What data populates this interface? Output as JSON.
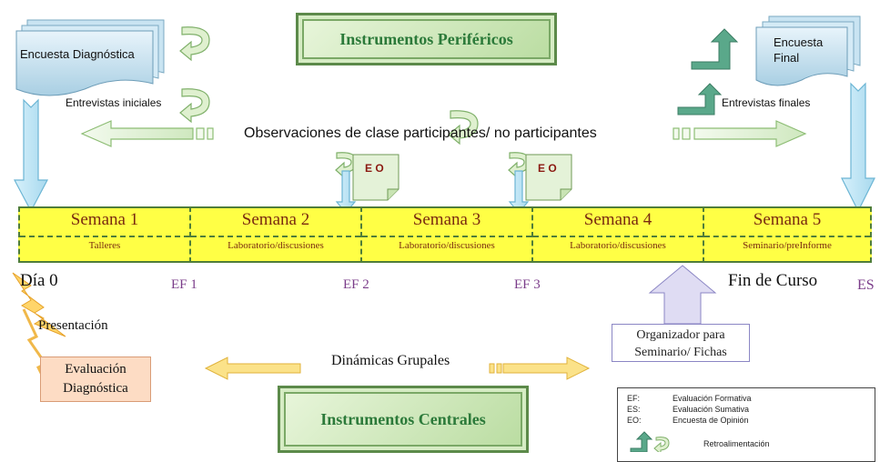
{
  "instruments_perifericos": "Instrumentos Periféricos",
  "instruments_centrales": "Instrumentos Centrales",
  "encuesta_diagnostica": "Encuesta Diagnóstica",
  "encuesta_final_line1": "Encuesta",
  "encuesta_final_line2": "Final",
  "entrevistas_iniciales": "Entrevistas iniciales",
  "entrevistas_finales": "Entrevistas finales",
  "observaciones": "Observaciones de clase participantes/ no participantes",
  "eo_label": "E O",
  "weeks": [
    {
      "title": "Semana 1",
      "sub": "Talleres"
    },
    {
      "title": "Semana 2",
      "sub": "Laboratorio/discusiones"
    },
    {
      "title": "Semana 3",
      "sub": "Laboratorio/discusiones"
    },
    {
      "title": "Semana 4",
      "sub": "Laboratorio/discusiones"
    },
    {
      "title": "Semana 5",
      "sub": "Seminario/preInforme"
    }
  ],
  "dia0": "Día 0",
  "ef1": "EF 1",
  "ef2": "EF 2",
  "ef3": "EF 3",
  "fin_curso": "Fin de Curso",
  "es": "ES",
  "presentacion": "Presentación",
  "evaluacion_line1": "Evaluación",
  "evaluacion_line2": "Diagnóstica",
  "dinamicas": "Dinámicas Grupales",
  "organizador_line1": "Organizador para",
  "organizador_line2": "Seminario/ Fichas",
  "legend": {
    "items": [
      {
        "key": "EF:",
        "value": "Evaluación Formativa"
      },
      {
        "key": "ES:",
        "value": "Evaluación Sumativa"
      },
      {
        "key": "EO:",
        "value": "Encuesta de Opinión"
      }
    ],
    "retro": "Retroalimentación"
  }
}
